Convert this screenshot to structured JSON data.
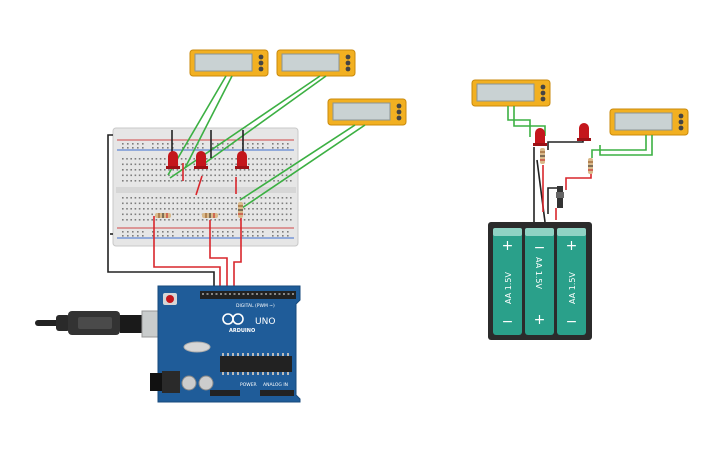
{
  "circuit_left": {
    "arduino": {
      "brand": "ARDUINO",
      "model": "UNO",
      "header_digital": "DIGITAL (PWM ~)",
      "header_power": "POWER",
      "header_analog": "ANALOG IN"
    }
  },
  "circuit_right": {
    "battery_pack": {
      "cell_labels": [
        "AA 1.5V",
        "AA 1.5V",
        "AA 1.5V"
      ],
      "plus_symbol": "+",
      "minus_symbol": "−"
    }
  },
  "colors": {
    "wire_green": "#3cb043",
    "wire_red": "#d9262c",
    "wire_black": "#222222",
    "multimeter_body": "#f2b021",
    "arduino_blue": "#1f5c99",
    "battery_teal": "#2aa08a",
    "led_red": "#c4161c"
  }
}
